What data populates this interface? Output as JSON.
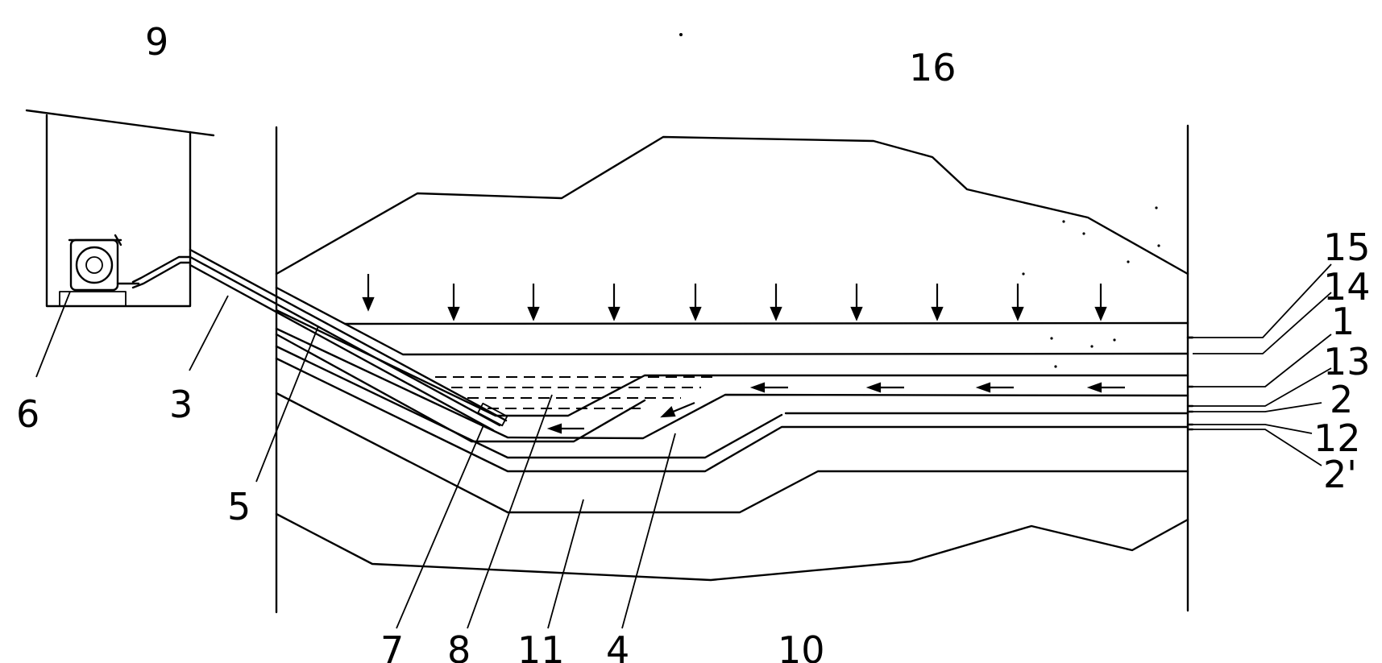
{
  "labels": {
    "building": "9",
    "pump": "6",
    "outlet_pipe": "3",
    "inclined_pipe": "5",
    "pipe_end": "7",
    "collection_zone": "8",
    "base_layer": "11",
    "drain_layer": "4",
    "ground": "10",
    "waste_pile": "16",
    "layer_15": "15",
    "layer_14": "14",
    "layer_1": "1",
    "layer_13": "13",
    "layer_2": "2",
    "layer_12": "12",
    "layer_2prime": "2'"
  },
  "icons": {
    "load_arrow": "down-arrow-icon",
    "flow_arrow": "left-arrow-icon",
    "pump": "pump-icon"
  }
}
